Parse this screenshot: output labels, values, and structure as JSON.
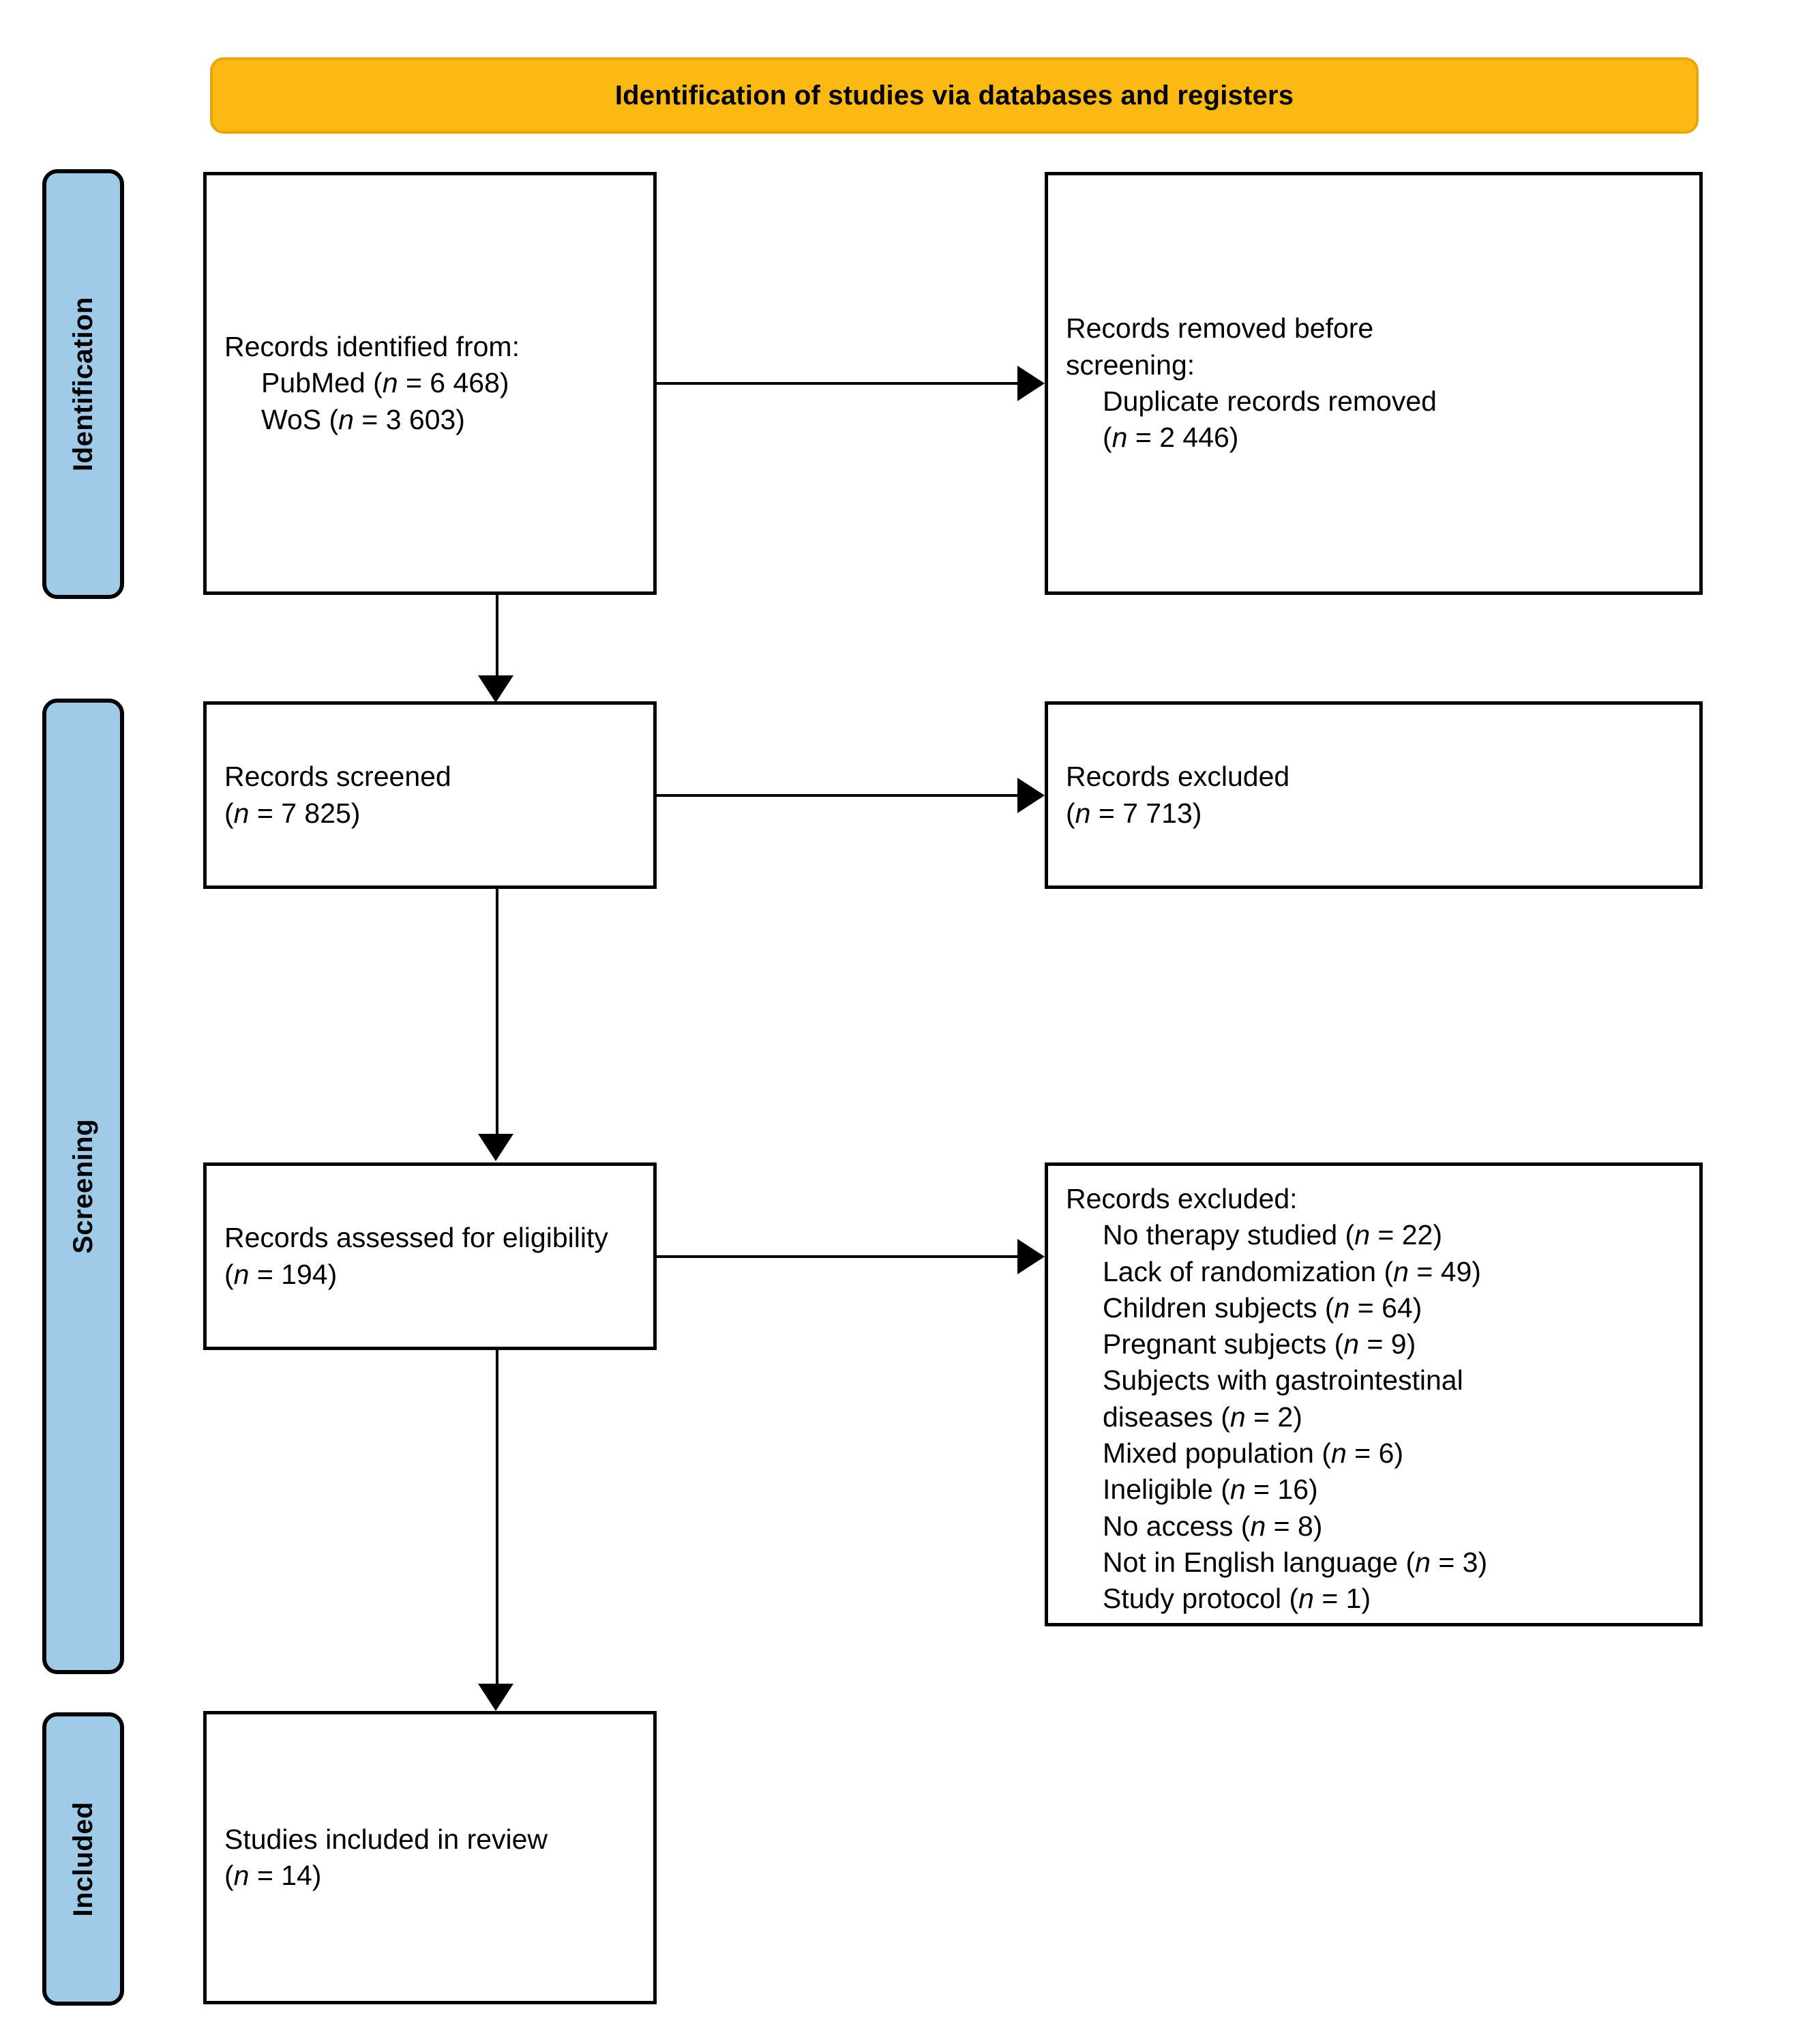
{
  "banner": {
    "title": "Identification of studies via databases and registers"
  },
  "rails": [
    {
      "label": "Identification"
    },
    {
      "label": "Screening"
    },
    {
      "label": "Included"
    }
  ],
  "boxes": {
    "identified": {
      "heading": "Records identified from:",
      "line1": "PubMed (",
      "line1_n": "n",
      "line1_val": " = 6 468)",
      "line2": "WoS (",
      "line2_n": "n",
      "line2_val": " = 3 603)"
    },
    "removed": {
      "heading1": "Records removed before",
      "heading2": "screening:",
      "line1": "Duplicate records removed",
      "line2_open": "(",
      "line2_n": "n",
      "line2_val": " = 2 446)"
    },
    "screened": {
      "heading": "Records screened",
      "count_open": "(",
      "count_n": "n",
      "count_val": " = 7 825)"
    },
    "excluded": {
      "heading": "Records excluded",
      "count_open": "(",
      "count_n": "n",
      "count_val": " = 7 713)"
    },
    "assessed": {
      "heading": "Records assessed for eligibility",
      "count_open": "(",
      "count_n": "n",
      "count_val": " = 194)"
    },
    "excluded_reasons": {
      "heading": "Records excluded:",
      "items": [
        {
          "text": "No therapy studied (",
          "n": "n",
          "val": " = 22)"
        },
        {
          "text": "Lack of randomization (",
          "n": "n",
          "val": " = 49)"
        },
        {
          "text": "Children subjects (",
          "n": "n",
          "val": " = 64)"
        },
        {
          "text": "Pregnant subjects (",
          "n": "n",
          "val": " = 9)"
        },
        {
          "text": "Subjects with gastrointestinal",
          "n": "",
          "val": ""
        },
        {
          "text": "diseases (",
          "n": "n",
          "val": " = 2)"
        },
        {
          "text": "Mixed population (",
          "n": "n",
          "val": " = 6)"
        },
        {
          "text": "Ineligible (",
          "n": "n",
          "val": " = 16)"
        },
        {
          "text": "No access (",
          "n": "n",
          "val": " = 8)"
        },
        {
          "text": "Not in English language (",
          "n": "n",
          "val": " = 3)"
        },
        {
          "text": "Study protocol (",
          "n": "n",
          "val": " = 1)"
        }
      ]
    },
    "included": {
      "heading": "Studies included in review",
      "count_open": "(",
      "count_n": "n",
      "count_val": " = 14)"
    }
  },
  "colors": {
    "banner_bg": "#FDB913",
    "banner_border": "#E8A50E",
    "rail_bg": "#9FCBE8",
    "box_border": "#000000",
    "text": "#000000"
  }
}
